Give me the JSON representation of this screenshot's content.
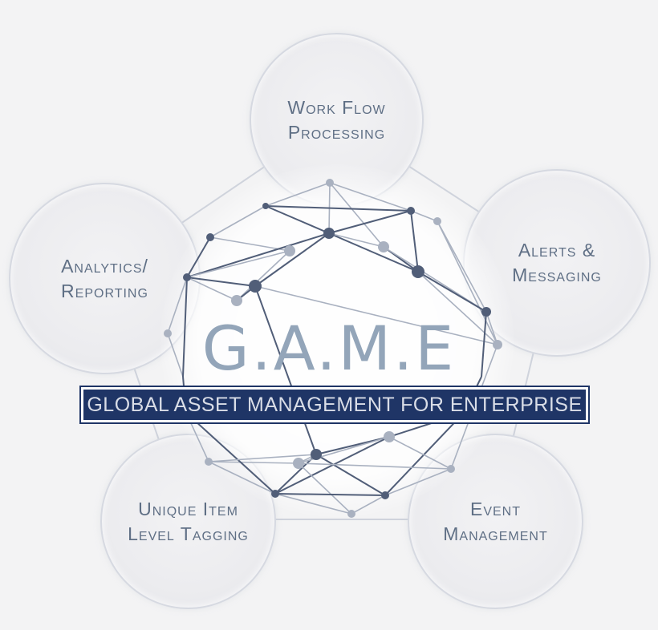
{
  "diagram": {
    "title": "G.A.M.E",
    "subtitle": "GLOBAL ASSET MANAGEMENT FOR ENTERPRISE",
    "modules": [
      {
        "id": "work",
        "label": "Work Flow\nProcessing"
      },
      {
        "id": "alerts",
        "label": "Alerts &\nMessaging"
      },
      {
        "id": "analytics",
        "label": "Analytics/\nReporting"
      },
      {
        "id": "unique",
        "label": "Unique Item\nLevel Tagging"
      },
      {
        "id": "event",
        "label": "Event\nManagement"
      }
    ]
  },
  "colors": {
    "background": "#f3f3f4",
    "bubble_border": "#d6d9e1",
    "label_text": "#5f6f85",
    "title_text": "#93a5b9",
    "banner_fill": "#1f3566",
    "banner_text": "#d9dde7",
    "network_dark": "#515e78",
    "network_light": "#a9b1c0"
  }
}
